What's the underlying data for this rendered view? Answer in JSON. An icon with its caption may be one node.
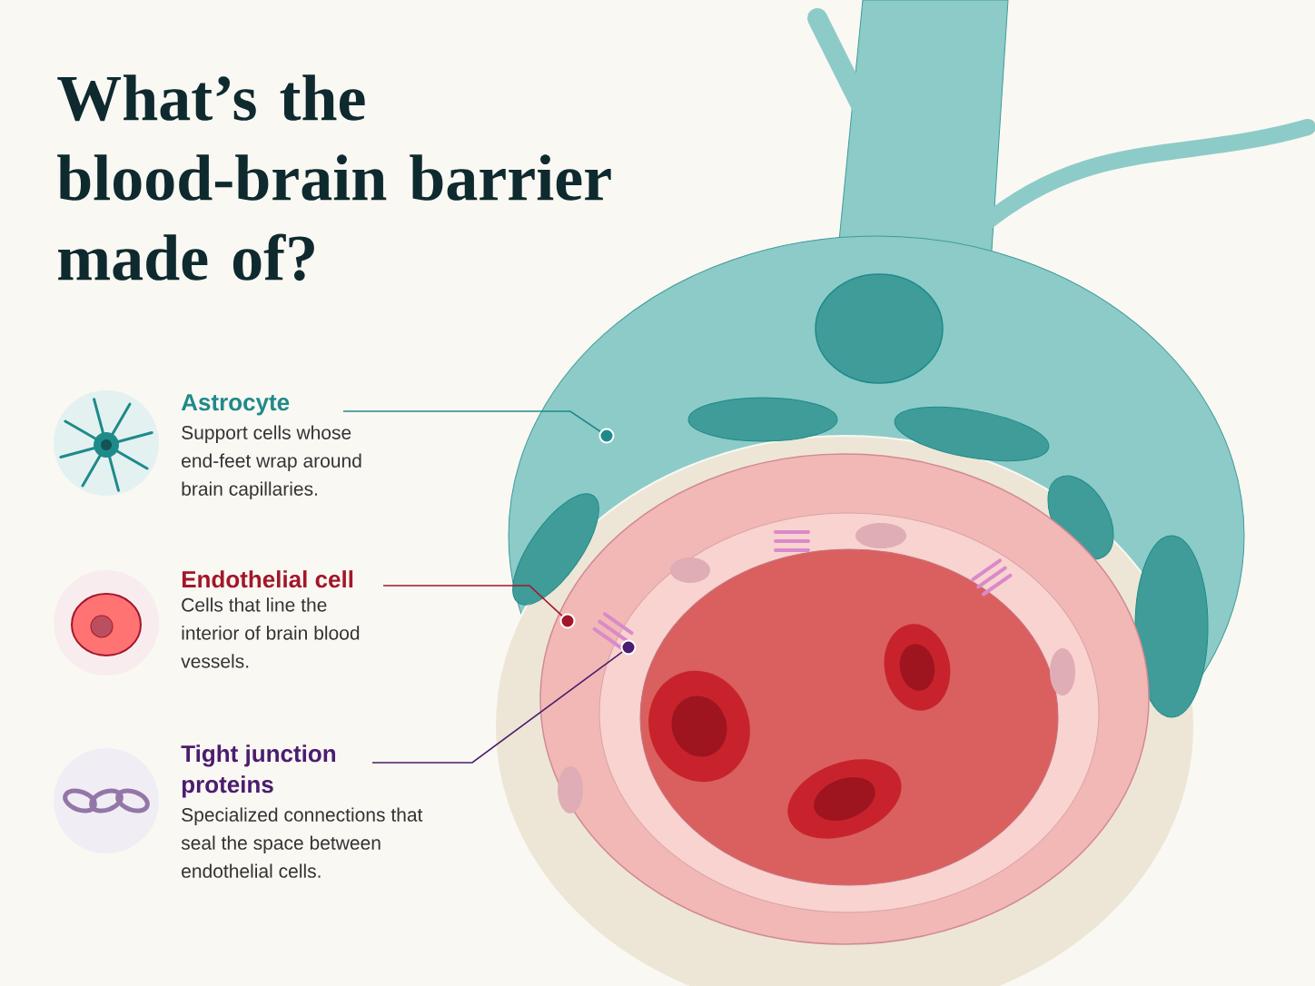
{
  "diagram": {
    "title": "What’s the blood-brain barrier made of?",
    "nodes": [
      {
        "text": [
          "Astrocyte",
          "Support cells whose end-feet wrap around brain capillaries."
        ]
      },
      {
        "text": [
          "Endothelial cell",
          "Cells that line the interior of brain blood vessels."
        ]
      },
      {
        "text": [
          "Tight junction proteins",
          "Specialized connections that seal the space between endothelial cells."
        ]
      },
      {
        "text": [],
        "shape": "circle"
      },
      {
        "text": [],
        "shape": "circle"
      },
      {
        "text": [],
        "shape": "circle"
      }
    ],
    "edges": [
      {
        "from": 0,
        "to": 3,
        "arrow": "none",
        "color": "#1f8a8a"
      },
      {
        "from": 1,
        "to": 4,
        "arrow": "none",
        "color": "#a3162a"
      },
      {
        "from": 2,
        "to": 5,
        "arrow": "none",
        "color": "#4b1d6e"
      }
    ]
  }
}
